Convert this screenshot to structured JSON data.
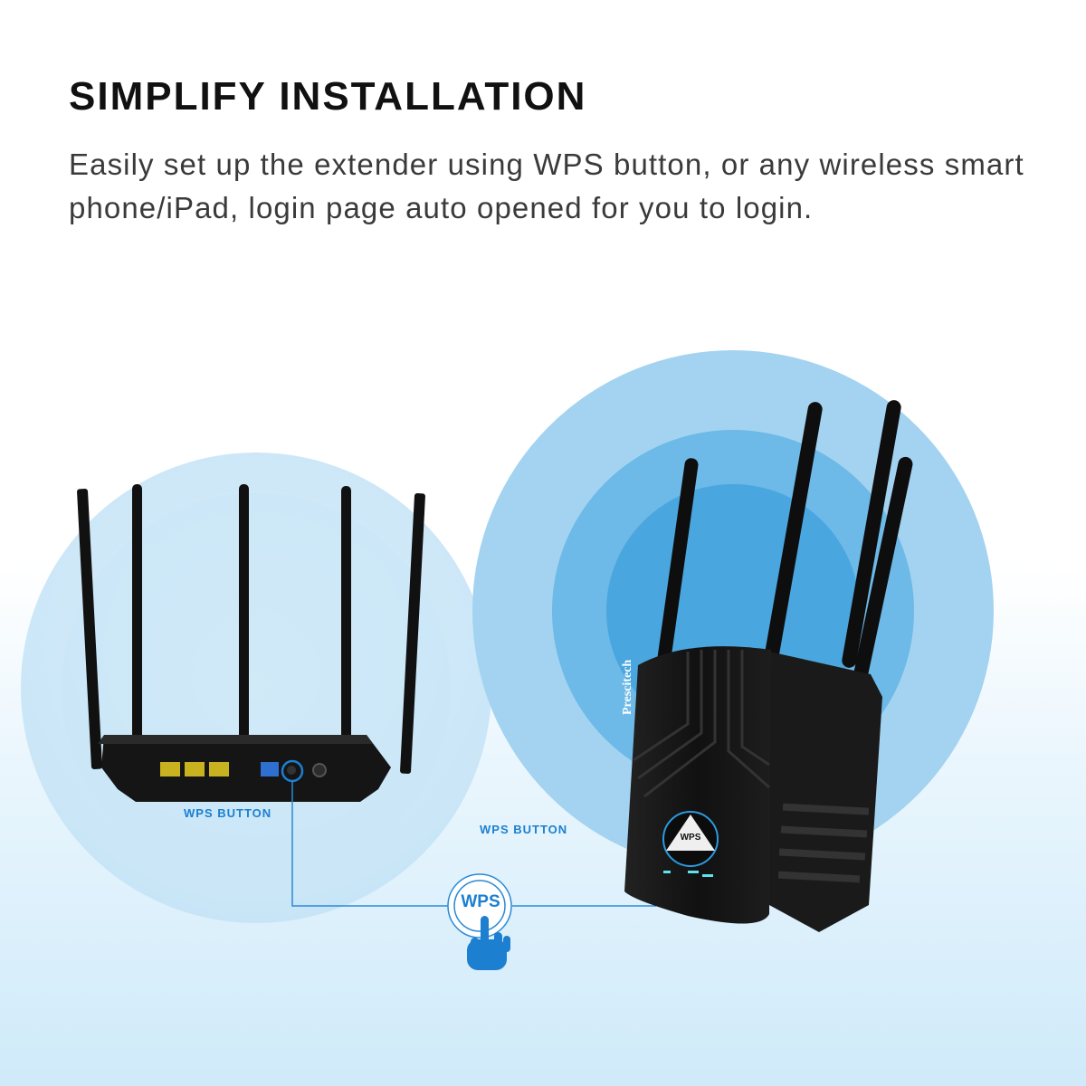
{
  "heading": {
    "title": "SIMPLIFY INSTALLATION",
    "description": "Easily set up the extender using WPS button, or any wireless smart phone/iPad, login page auto opened for you to login."
  },
  "router": {
    "callout_label": "WPS BUTTON",
    "port_colors": [
      "#c9b21f",
      "#c9b21f",
      "#c9b21f",
      "#2f6fd0"
    ]
  },
  "extender": {
    "callout_label": "WPS BUTTON",
    "brand": "Prescitech",
    "button_label": "WPS"
  },
  "wps_indicator": {
    "label": "WPS",
    "icon": "pointing-hand-icon"
  },
  "colors": {
    "accent": "#1c7fd0",
    "signal_light": "#d3ebf8",
    "signal_mid": "#9ccfee",
    "signal_dark": "#5fb0e3",
    "device_black": "#141414"
  }
}
